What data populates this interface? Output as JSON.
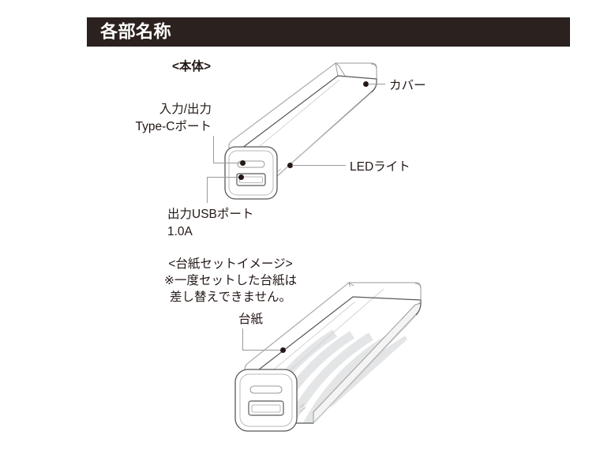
{
  "header": {
    "title": "各部名称",
    "bar_color": "#2b211e",
    "text_color": "#ffffff"
  },
  "diagram_main": {
    "section_label": "<本体>",
    "callouts": [
      {
        "name": "type-c-port",
        "lines": [
          "入力/出力",
          "Type-Cポート"
        ]
      },
      {
        "name": "usb-port",
        "lines": [
          "出力USBポート",
          "1.0A"
        ]
      },
      {
        "name": "cover",
        "lines": [
          "カバー"
        ]
      },
      {
        "name": "led-light",
        "lines": [
          "LEDライト"
        ]
      }
    ]
  },
  "diagram_insert": {
    "section_label": "<台紙セットイメージ>",
    "notes": [
      "※一度セットした台紙は",
      "差し替えできません。"
    ],
    "callouts": [
      {
        "name": "insert-card",
        "lines": [
          "台紙"
        ]
      }
    ]
  },
  "colors": {
    "ink": "#231815",
    "outline": "#58595b",
    "outline_light": "#9a9a9a",
    "shade": "#ededee",
    "stripe": "#e4e5e6",
    "white": "#ffffff"
  }
}
